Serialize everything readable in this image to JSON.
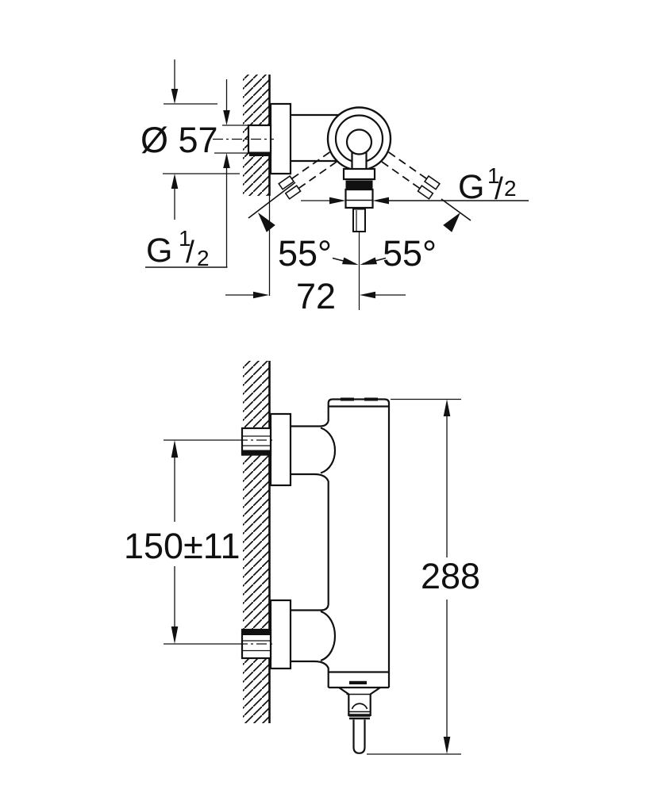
{
  "page": {
    "background": "#ffffff",
    "ink": "#111111"
  },
  "drawing": {
    "kind": "technical-dimension-drawing",
    "views": {
      "top_view": {
        "diameter_label": "Ø 57",
        "thread_label": {
          "letter": "G",
          "sup": "1",
          "slash": "/",
          "sub": "2"
        },
        "angle_left": "55°",
        "angle_right": "55°",
        "wall_offset": "72"
      },
      "side_view": {
        "inlet_spacing": "150±11",
        "overall_height": "288"
      }
    }
  }
}
